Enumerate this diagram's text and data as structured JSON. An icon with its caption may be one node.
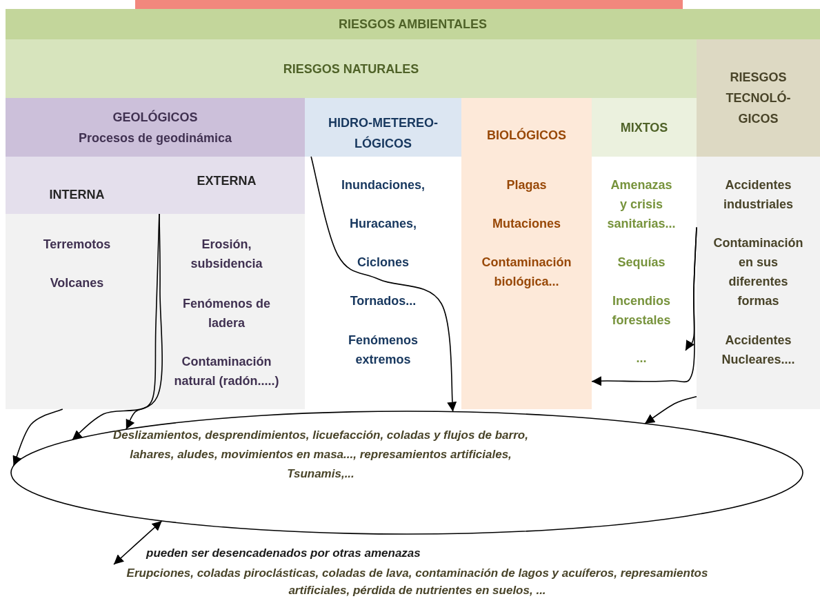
{
  "diagram": {
    "nodes": [
      {
        "text": [
          "RIESGOS AMBIENTALES"
        ]
      },
      {
        "text": [
          "RIESGOS NATURALES"
        ]
      },
      {
        "text": [
          "RIESGOS TECNOLÓ- GICOS"
        ]
      },
      {
        "text": [
          "GEOLÓGICOS",
          "Procesos de geodinámica"
        ]
      },
      {
        "text": [
          "HIDRO-METEREO- LÓGICOS"
        ]
      },
      {
        "text": [
          "BIOLÓGICOS"
        ]
      },
      {
        "text": [
          "MIXTOS"
        ]
      },
      {
        "text": [
          "INTERNA"
        ]
      },
      {
        "text": [
          "EXTERNA"
        ]
      },
      {
        "text": [
          "Terremotos",
          "Volcanes"
        ]
      },
      {
        "text": [
          "Erosión, subsidencia",
          "Fenómenos de ladera",
          "Contaminación natural (radón.....)"
        ]
      },
      {
        "text": [
          "Inundaciones,",
          "Huracanes,",
          "Ciclones",
          "Tornados...",
          "Fenómenos extremos"
        ]
      },
      {
        "text": [
          "Plagas",
          "Mutaciones",
          "Contaminación biológica..."
        ]
      },
      {
        "text": [
          "Amenazas y crisis sanitarias...",
          "Sequías",
          "Incendios forestales",
          "..."
        ]
      },
      {
        "text": [
          "Accidentes industriales",
          "Contaminación en sus diferentes formas",
          "Accidentes Nucleares...."
        ]
      },
      {
        "text": [
          "Deslizamientos, desprendimientos, licuefacción, coladas y flujos de barro, lahares, aludes,  movimientos en masa..., represamientos artificiales, Tsunamis,..."
        ]
      },
      {
        "text": [
          "Erupciones, coladas piroclásticas, coladas de lava, contaminación de lagos y acuíferos, represamientos artificiales, pérdida de nutrientes en suelos, ..."
        ]
      }
    ],
    "edges": [
      {
        "from": 9,
        "to": 15,
        "arrow": "to"
      },
      {
        "from": 10,
        "to": 15,
        "arrow": "to"
      },
      {
        "from": 10,
        "to": 15,
        "arrow": "to"
      },
      {
        "from": 11,
        "to": 15,
        "arrow": "to"
      },
      {
        "from": 14,
        "to": 12,
        "arrow": "to"
      },
      {
        "from": 14,
        "to": 13,
        "arrow": "to"
      },
      {
        "from": 14,
        "to": 15,
        "arrow": "to"
      },
      {
        "from": 16,
        "to": 15,
        "arrow": "both",
        "label": "pueden ser desencadenados por otras amenazas"
      }
    ]
  }
}
